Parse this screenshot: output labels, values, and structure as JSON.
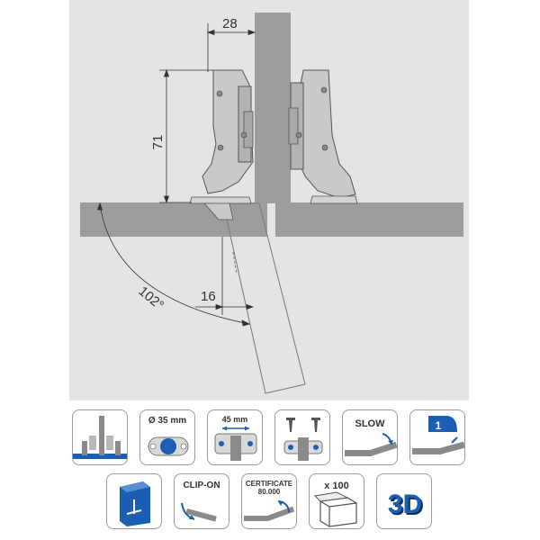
{
  "drawing": {
    "dim_width": "28",
    "dim_height": "71",
    "dim_gap": "16",
    "dim_angle": "102°",
    "background_color": "#e4e4e4",
    "panel_color": "#9d9d9d",
    "metal_color": "#c9c9c9"
  },
  "features": {
    "row1": [
      {
        "icon": "mounting-position-icon",
        "label": ""
      },
      {
        "icon": "cup-diameter-icon",
        "label": "Ø 35 mm"
      },
      {
        "icon": "plate-holes-icon",
        "label": "45 mm"
      },
      {
        "icon": "screw-fixing-icon",
        "label": ""
      },
      {
        "icon": "soft-close-icon",
        "label": "SLOW"
      },
      {
        "icon": "overlay-adjustment-icon",
        "label": "1"
      }
    ],
    "row2": [
      {
        "icon": "3d-adjustment-box-icon",
        "label": ""
      },
      {
        "icon": "clip-on-icon",
        "label": "CLIP-ON"
      },
      {
        "icon": "certificate-icon",
        "label": "CERTIFICATE",
        "sublabel": "80.000"
      },
      {
        "icon": "package-quantity-icon",
        "label": "x 100"
      },
      {
        "icon": "3d-logo-icon",
        "label": "3D"
      }
    ],
    "accent_color": "#1a5fb4"
  }
}
